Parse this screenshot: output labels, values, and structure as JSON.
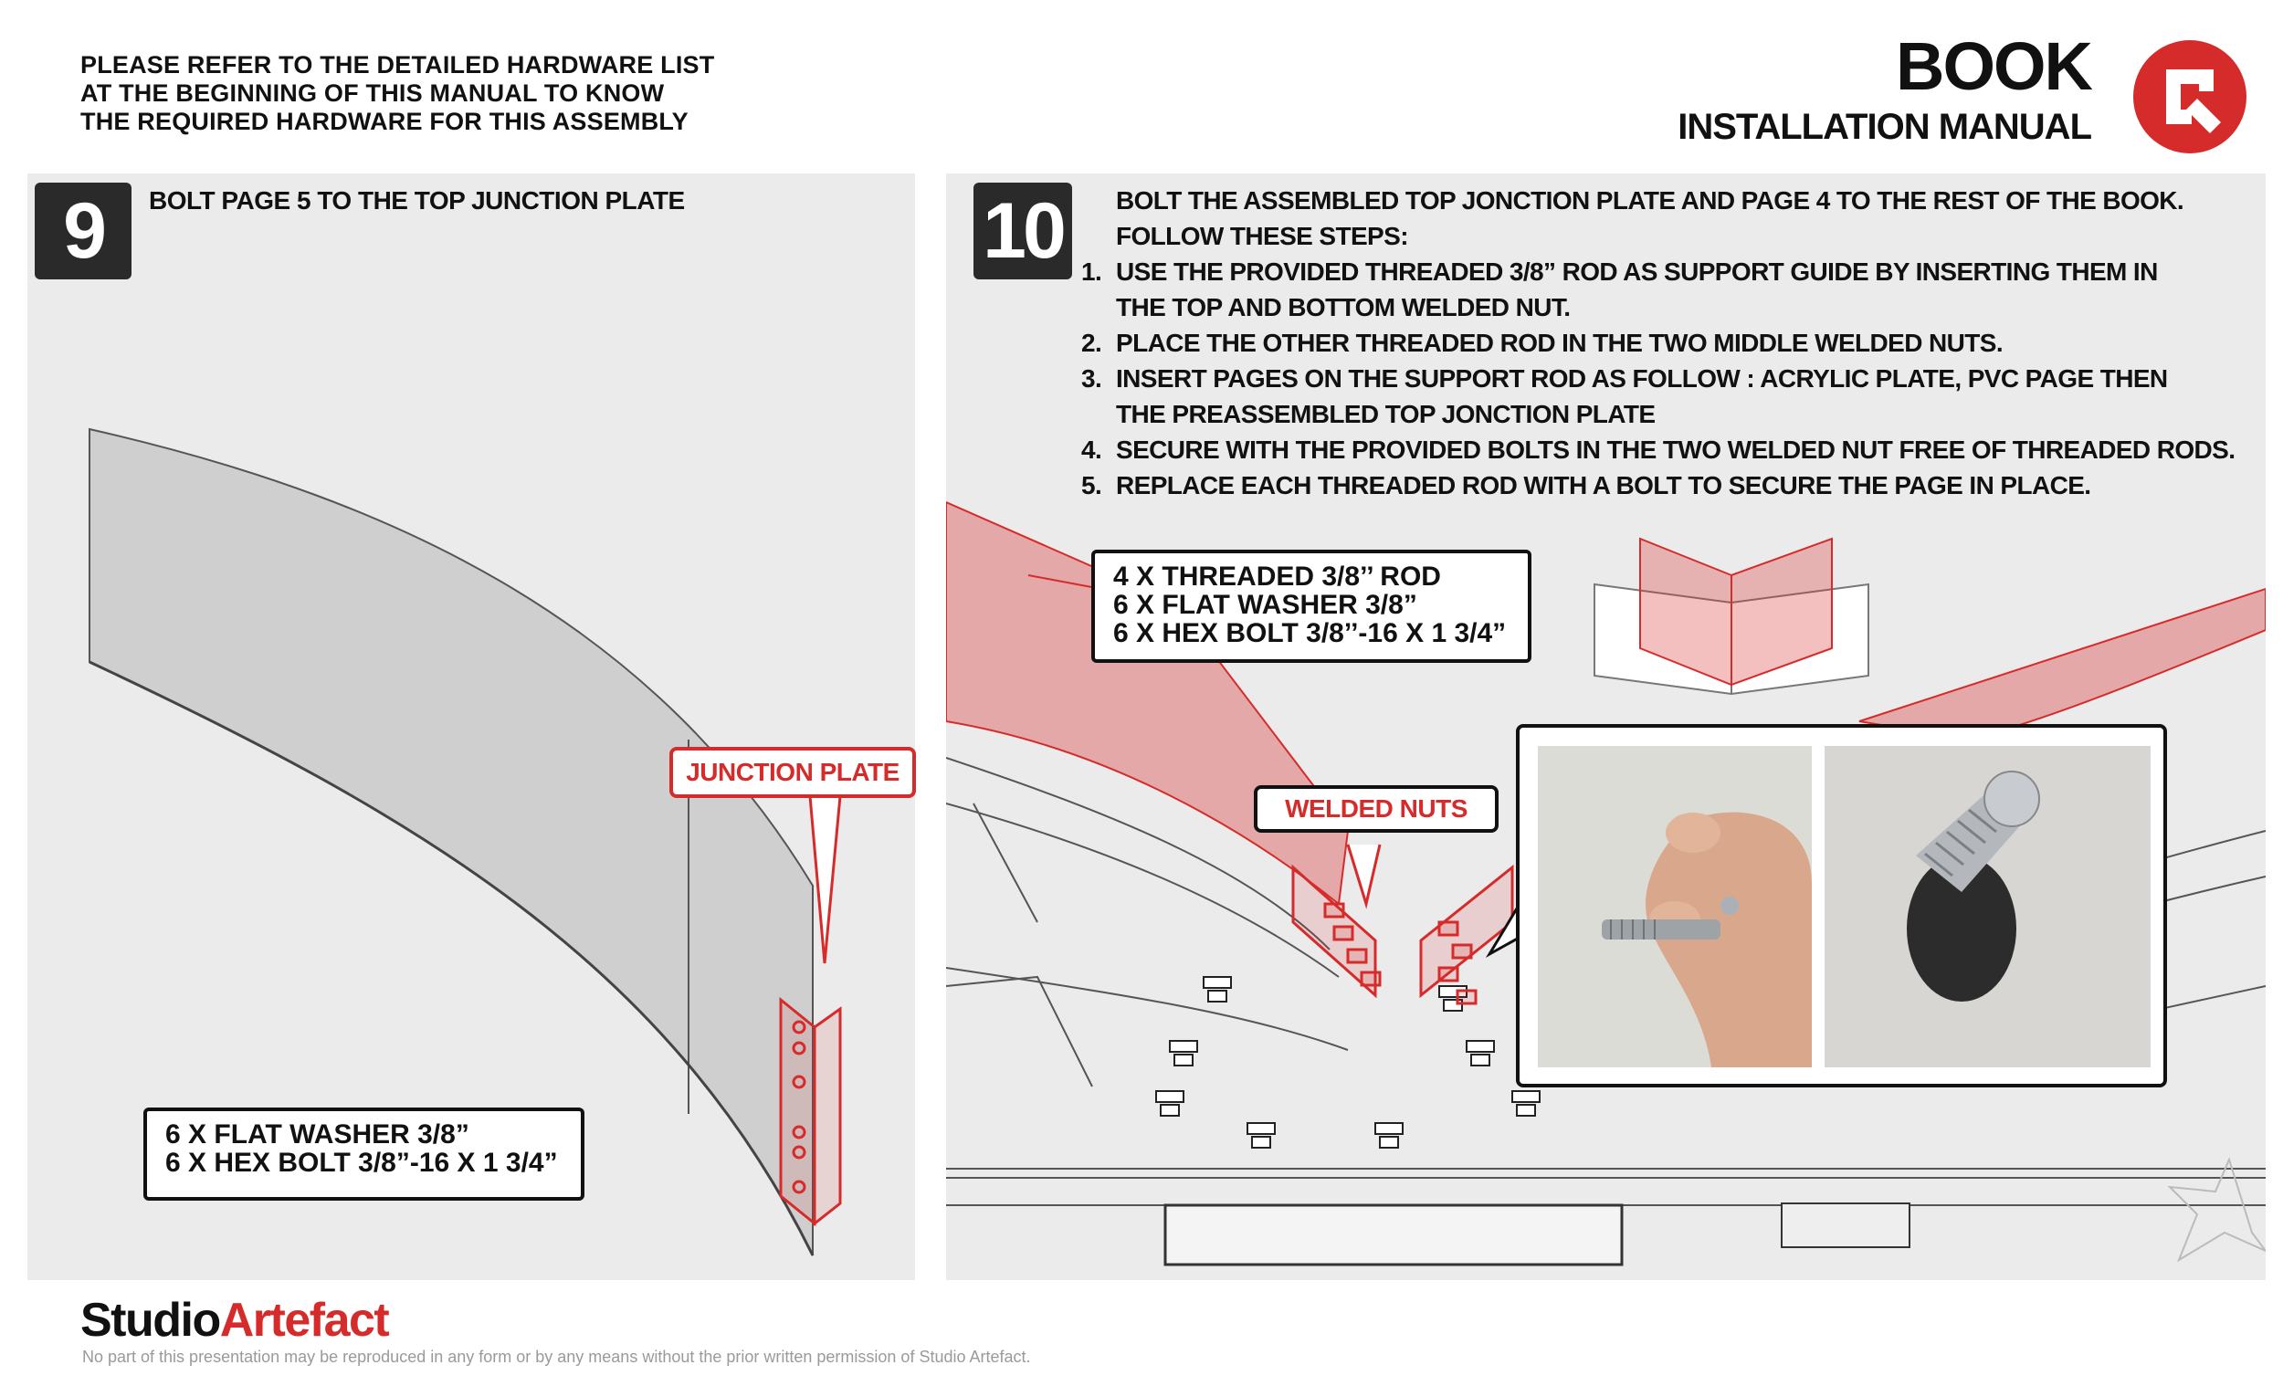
{
  "header": {
    "note_lines": [
      "PLEASE REFER TO THE DETAILED HARDWARE LIST",
      "AT THE BEGINNING OF THIS MANUAL TO KNOW",
      "THE REQUIRED HARDWARE FOR THIS ASSEMBLY"
    ],
    "title": "BOOK",
    "subtitle": "INSTALLATION MANUAL",
    "logo_icon": "studio-artefact-logo-icon",
    "accent_color": "#d62b2b"
  },
  "step9": {
    "number": "9",
    "title": "BOLT PAGE 5 TO THE TOP JUNCTION PLATE",
    "junction_label": "JUNCTION PLATE",
    "hardware": [
      "6 X FLAT WASHER 3/8”",
      "6 X HEX BOLT 3/8”-16 X 1 3/4”"
    ]
  },
  "step10": {
    "number": "10",
    "intro": [
      "BOLT THE ASSEMBLED TOP JONCTION PLATE AND PAGE 4 TO THE REST OF THE BOOK.",
      "FOLLOW THESE STEPS:"
    ],
    "steps": [
      {
        "num": "1.",
        "lines": [
          "USE THE PROVIDED THREADED 3/8” ROD AS SUPPORT GUIDE BY INSERTING THEM IN",
          "THE TOP AND BOTTOM WELDED  NUT."
        ]
      },
      {
        "num": "2.",
        "lines": [
          "PLACE THE OTHER THREADED ROD IN THE TWO MIDDLE WELDED NUTS."
        ]
      },
      {
        "num": "3.",
        "lines": [
          "INSERT PAGES ON THE SUPPORT ROD AS FOLLOW : ACRYLIC PLATE, PVC PAGE THEN",
          "THE PREASSEMBLED TOP JONCTION PLATE"
        ]
      },
      {
        "num": "4.",
        "lines": [
          "SECURE WITH THE PROVIDED BOLTS IN THE TWO  WELDED NUT FREE OF THREADED RODS."
        ]
      },
      {
        "num": "5.",
        "lines": [
          "REPLACE EACH THREADED ROD WITH A BOLT TO SECURE THE PAGE IN PLACE."
        ]
      }
    ],
    "hardware": [
      "4 X THREADED 3/8’’ ROD",
      "6 X FLAT WASHER 3/8”",
      "6 X HEX BOLT 3/8’’-16 X 1 3/4”"
    ],
    "welded_label": "WELDED NUTS"
  },
  "footer": {
    "brand_part1": "Studio",
    "brand_part2": "Artefact",
    "copyright": "No part of this presentation may be reproduced in any form or by any means without the prior written permission of Studio Artefact."
  }
}
